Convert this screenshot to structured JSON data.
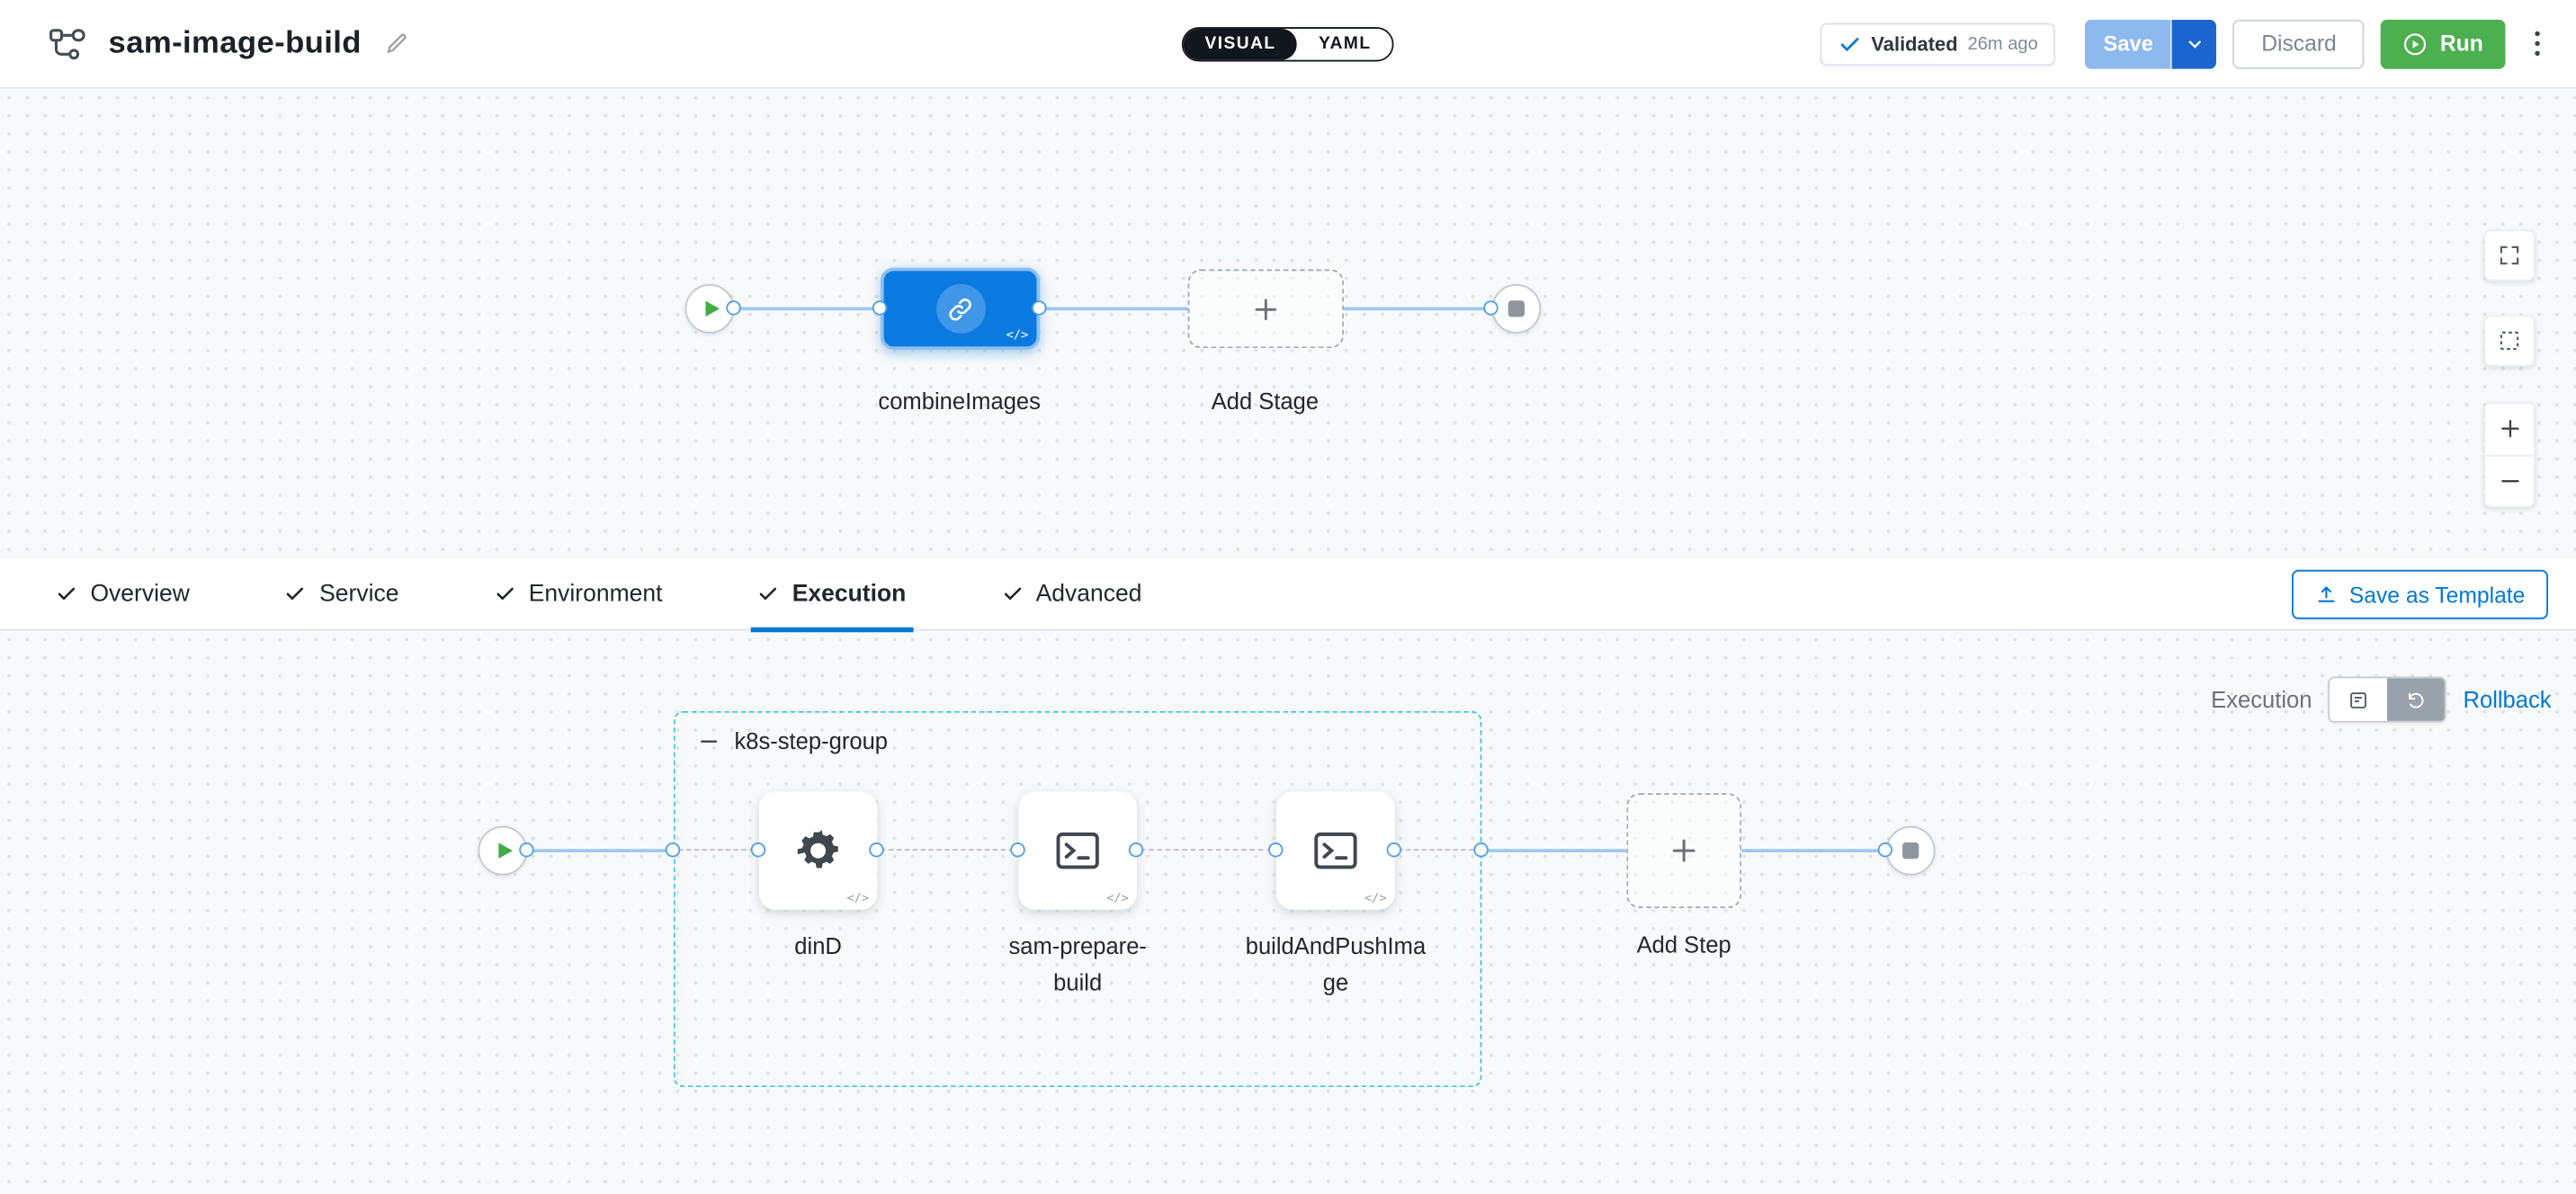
{
  "header": {
    "title": "sam-image-build",
    "mode_toggle": {
      "visual": "VISUAL",
      "yaml": "YAML"
    },
    "validated_badge": {
      "label": "Validated",
      "time_ago": "26m ago"
    },
    "buttons": {
      "save": "Save",
      "discard": "Discard",
      "run": "Run"
    }
  },
  "stage_graph": {
    "stage_name": "combineImages",
    "stage_icon": "link-icon",
    "add_stage_label": "Add Stage",
    "start_icon": "play-icon",
    "end_icon": "stop-icon"
  },
  "tabs": {
    "items": [
      {
        "label": "Overview",
        "checked": true
      },
      {
        "label": "Service",
        "checked": true
      },
      {
        "label": "Environment",
        "checked": true
      },
      {
        "label": "Execution",
        "checked": true,
        "active": true
      },
      {
        "label": "Advanced",
        "checked": true
      }
    ],
    "save_as_template": "Save as Template"
  },
  "execution_graph": {
    "phase_toggle": {
      "label": "Execution",
      "rollback_label": "Rollback"
    },
    "group": {
      "name": "k8s-step-group"
    },
    "steps": [
      {
        "name": "dinD",
        "icon": "gear-icon"
      },
      {
        "name": "sam-prepare-build",
        "icon": "terminal-icon"
      },
      {
        "name": "buildAndPushImage",
        "icon": "terminal-icon"
      }
    ],
    "add_step_label": "Add Step"
  },
  "colors": {
    "accent": "#0278d5",
    "run-green": "#4caf50",
    "play-green": "#42ab45",
    "node-blue": "#0b7ae0",
    "group-border": "#43c5dc",
    "line-blue": "#9cc8ef",
    "dot-border": "#4f9fe6",
    "canvas-bg": "#f7f9fa",
    "text-dark": "#22272d",
    "text-gray": "#6b717a"
  }
}
